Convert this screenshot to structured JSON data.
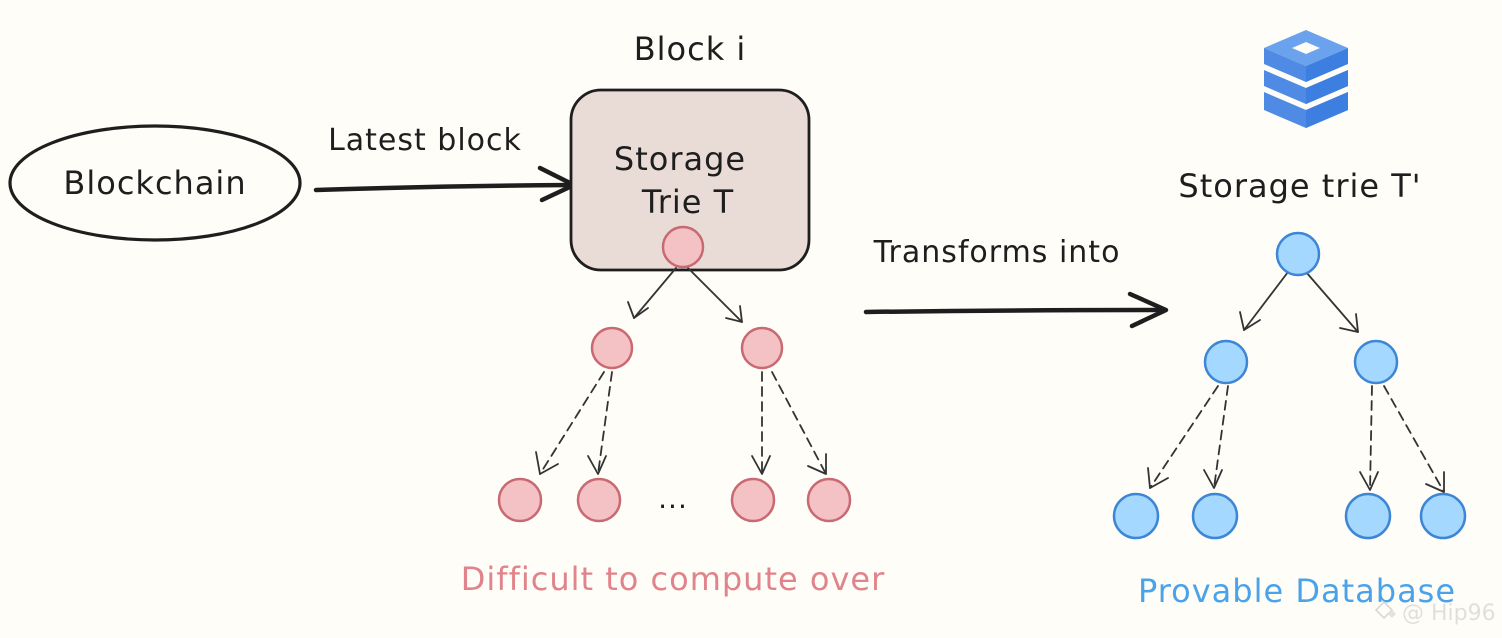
{
  "labels": {
    "block_title": "Block i",
    "blockchain": "Blockchain",
    "latest_block": "Latest block",
    "storage_trie_line1": "Storage",
    "storage_trie_line2": "Trie T",
    "transforms_into": "Transforms into",
    "storage_trie_prime": "Storage trie T'",
    "ellipsis": "...",
    "difficult": "Difficult to compute over",
    "provable": "Provable Database",
    "watermark": "@ Hip96"
  },
  "colors": {
    "pink_node_fill": "#f4c1c4",
    "pink_node_stroke": "#c96a72",
    "blue_node_fill": "#a5d8ff",
    "blue_node_stroke": "#3d86d6",
    "block_fill": "#e9dcd6",
    "difficult_text": "#e0838b",
    "provable_text": "#4aa3ea",
    "db_icon_top": "#6aa2ee",
    "db_icon_side": "#3d7fe0"
  },
  "icons": {
    "database": "database-icon",
    "watermark": "watermark-logo-icon"
  }
}
